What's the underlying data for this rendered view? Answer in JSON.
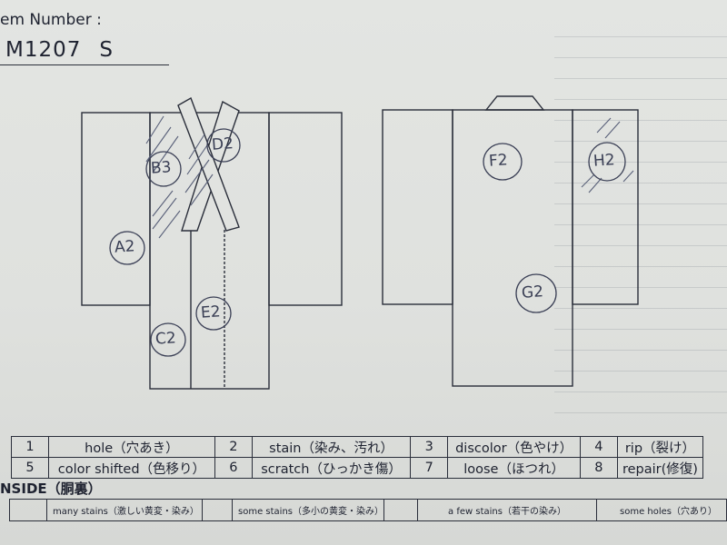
{
  "header": {
    "item_number_label": "em Number :",
    "item_code": "M1207",
    "size": "S"
  },
  "diagram": {
    "marks": {
      "a": "A2",
      "b": "B3",
      "c": "C2",
      "d": "D2",
      "e": "E2",
      "f": "F2",
      "g": "G2",
      "h": "H2"
    }
  },
  "legend": {
    "rows": [
      [
        {
          "num": "1",
          "label": "hole（穴あき）"
        },
        {
          "num": "2",
          "label": "stain（染み、汚れ）"
        },
        {
          "num": "3",
          "label": "discolor（色やけ）"
        },
        {
          "num": "4",
          "label": "rip（裂け）"
        }
      ],
      [
        {
          "num": "5",
          "label": "color shifted（色移り）"
        },
        {
          "num": "6",
          "label": "scratch（ひっかき傷）"
        },
        {
          "num": "7",
          "label": "loose（ほつれ）"
        },
        {
          "num": "8",
          "label": "repair(修復)"
        }
      ]
    ]
  },
  "inside": {
    "title": "NSIDE（胴裏）",
    "cells": [
      "many stains（激しい黄変・染み）",
      "some stains（多小の黄変・染み）",
      "a few stains（若干の染み）",
      "some holes（穴あり）"
    ]
  }
}
